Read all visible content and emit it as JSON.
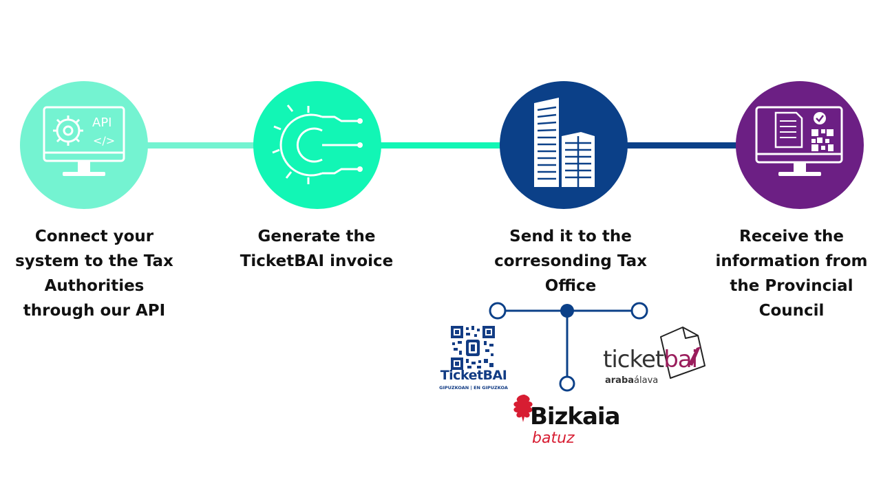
{
  "colors": {
    "step1": "#74f3d1",
    "step2": "#12f6b5",
    "step3": "#0b4088",
    "step4": "#6c1f84",
    "icon": "#ffffff",
    "line_blue": "#0b4088",
    "ticketbai_blue": "#123c84",
    "ticketbai_magenta": "#9a1d5c",
    "bizkaia_red": "#d71d32"
  },
  "steps": [
    {
      "icon": "monitor-gear-api-icon",
      "label_lines": [
        "Connect your",
        "system to the Tax",
        "Authorities",
        "through our API"
      ],
      "icon_text": "API",
      "icon_code": "</>"
    },
    {
      "icon": "circuit-gear-icon",
      "label_lines": [
        "Generate the",
        "TicketBAI invoice"
      ]
    },
    {
      "icon": "office-buildings-icon",
      "label_lines": [
        "Send it to the",
        "corresonding Tax",
        "Office"
      ]
    },
    {
      "icon": "monitor-document-qr-icon",
      "label_lines": [
        "Receive the",
        "information from",
        "the Provincial",
        "Council"
      ]
    }
  ],
  "logos": {
    "gipuzkoa": {
      "title": "TicketBAI",
      "subtitle": "GIPUZKOAN | EN GIPUZKOA"
    },
    "araba": {
      "word_a": "ticket",
      "word_b": "bai",
      "sub_a": "araba",
      "sub_b": "álava"
    },
    "bizkaia": {
      "title": "Bizkaia",
      "subtitle": "batuz"
    }
  }
}
